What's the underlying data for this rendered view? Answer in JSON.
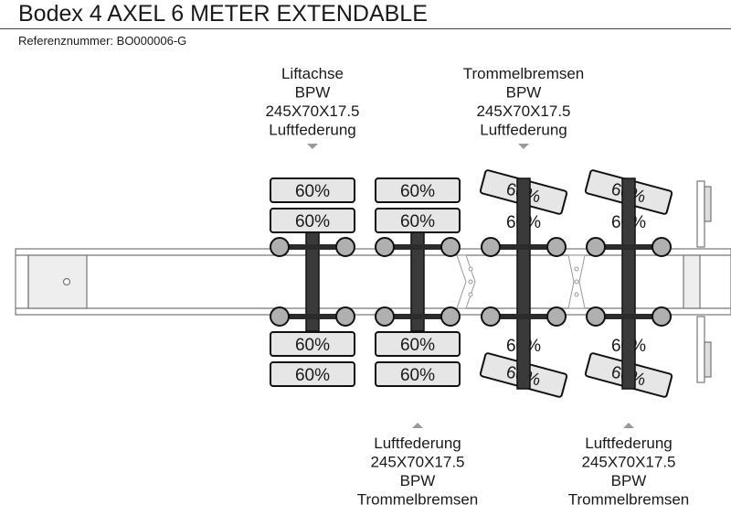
{
  "title": "Bodex 4 AXEL 6 METER EXTENDABLE",
  "reference": "Referenznummer: BO000006-G",
  "axles": [
    {
      "top_label": [
        "Liftachse",
        "BPW",
        "245X70X17.5",
        "Luftfederung"
      ],
      "bottom_label": [],
      "tires_top": [
        "60%",
        "60%"
      ],
      "tires_bottom": [
        "60%",
        "60%"
      ],
      "steered": false
    },
    {
      "top_label": [],
      "bottom_label": [
        "Luftfederung",
        "245X70X17.5",
        "BPW",
        "Trommelbremsen"
      ],
      "tires_top": [
        "60%",
        "60%"
      ],
      "tires_bottom": [
        "60%",
        "60%"
      ],
      "steered": false
    },
    {
      "top_label": [
        "Trommelbremsen",
        "BPW",
        "245X70X17.5",
        "Luftfederung"
      ],
      "bottom_label": [],
      "tires_top": [
        "60%",
        "60%"
      ],
      "tires_bottom": [
        "60%",
        "60%"
      ],
      "steered": true
    },
    {
      "top_label": [],
      "bottom_label": [
        "Luftfederung",
        "245X70X17.5",
        "BPW",
        "Trommelbremsen"
      ],
      "tires_top": [
        "60%",
        "60%"
      ],
      "tires_bottom": [
        "60%",
        "60%"
      ],
      "steered": true
    }
  ]
}
